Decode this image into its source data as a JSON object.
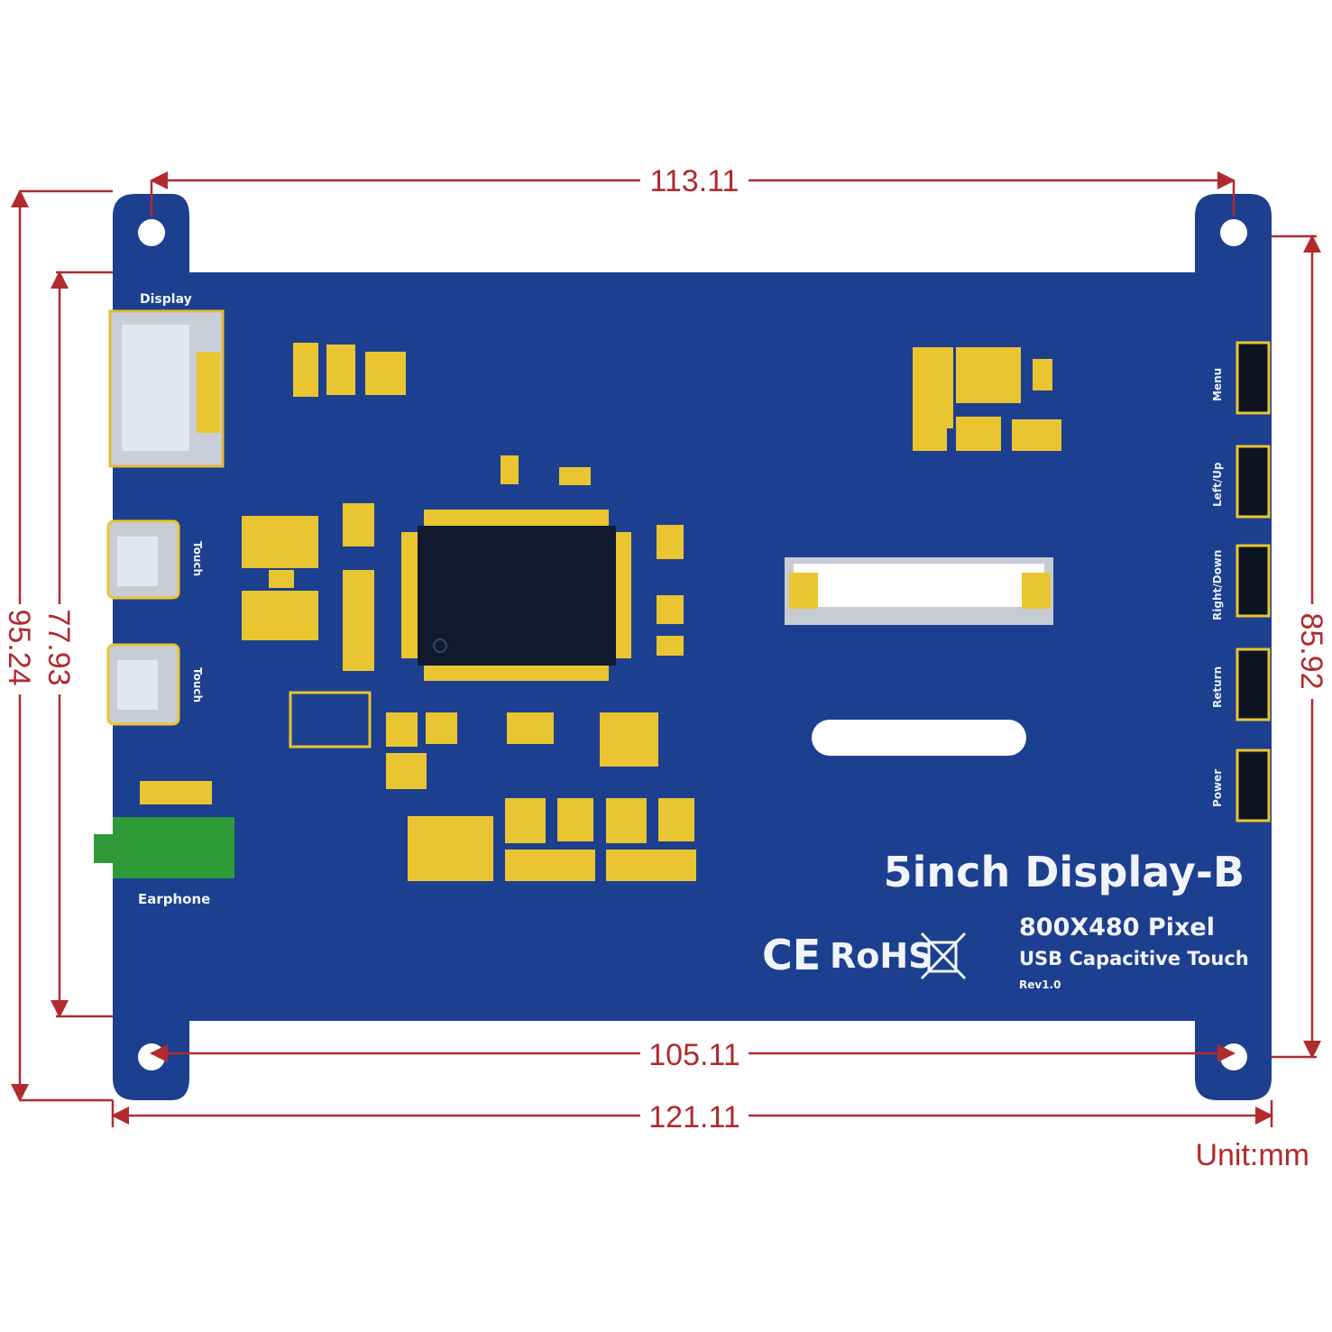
{
  "dimensions": {
    "top_width": "113.11",
    "bottom_inner": "105.11",
    "bottom_outer": "121.11",
    "left_outer": "95.24",
    "left_inner": "77.93",
    "right_height": "85.92",
    "unit": "Unit:mm"
  },
  "board": {
    "title": "5inch Display-B",
    "resolution": "800X480 Pixel",
    "touch": "USB Capacitive Touch",
    "revision": "Rev1.0",
    "certs": "RoHS",
    "ce": "CE"
  },
  "connectors": {
    "display": "Display",
    "touch_1": "Touch",
    "touch_2": "Touch",
    "earphone": "Earphone"
  },
  "buttons": {
    "menu": "Menu",
    "left_up": "Left/Up",
    "right_down": "Right/Down",
    "return": "Return",
    "power": "Power"
  },
  "colors": {
    "pcb": "#1d3f8f",
    "dimension": "#b12a2e",
    "gold": "#e9c531",
    "jack": "#2e9a38"
  }
}
